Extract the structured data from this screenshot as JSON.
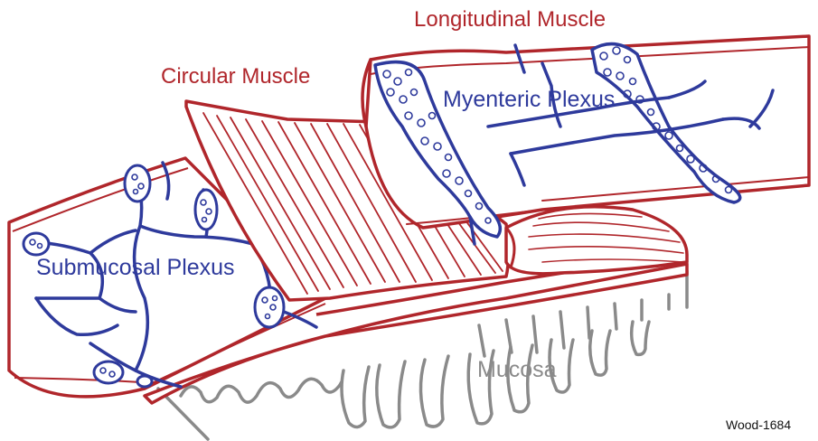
{
  "labels": {
    "longitudinal_muscle": "Longitudinal Muscle",
    "circular_muscle": "Circular Muscle",
    "myenteric_plexus": "Myenteric Plexus",
    "submucosal_plexus": "Submucosal Plexus",
    "mucosa": "Mucosa"
  },
  "credit": "Wood-1684",
  "colors": {
    "muscle_red": "#b0262b",
    "plexus_blue": "#2e3a9c",
    "mucosa_gray": "#8a8a8a",
    "credit_black": "#111111"
  }
}
